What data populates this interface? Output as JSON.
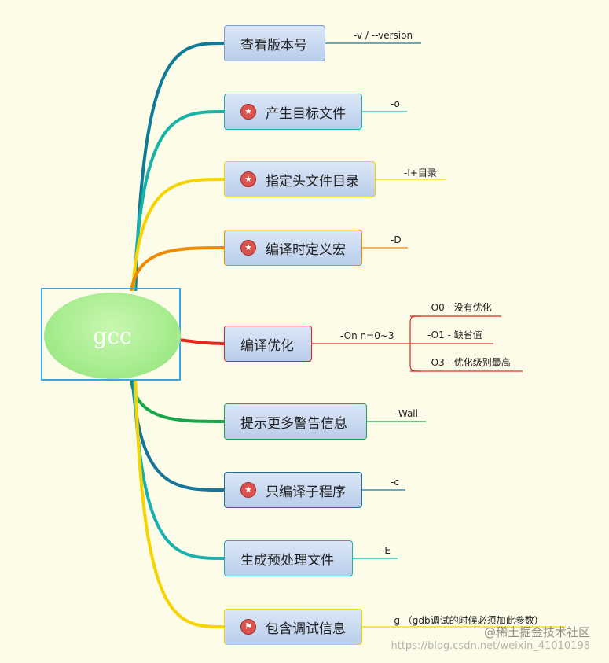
{
  "root": {
    "label": "gcc"
  },
  "branches": [
    {
      "label": "查看版本号",
      "icon": null,
      "option": "-v / --version",
      "color": "#0f7a96"
    },
    {
      "label": "产生目标文件",
      "icon": "star-icon",
      "option": "-o",
      "color": "#16b3a6"
    },
    {
      "label": "指定头文件目录",
      "icon": "star-icon",
      "option": "-I+目录",
      "color": "#f5d400"
    },
    {
      "label": "编译时定义宏",
      "icon": "star-icon",
      "option": "-D",
      "color": "#f08a00"
    },
    {
      "label": "编译优化",
      "icon": null,
      "option": "-On n=0~3",
      "color": "#e0281c",
      "sub_options": [
        "-O0 - 没有优化",
        "-O1 - 缺省值",
        "-O3 - 优化级别最高"
      ]
    },
    {
      "label": "提示更多警告信息",
      "icon": null,
      "option": "-Wall",
      "color": "#15a84a"
    },
    {
      "label": "只编译子程序",
      "icon": "star-icon",
      "option": "-c",
      "color": "#16769a"
    },
    {
      "label": "生成预处理文件",
      "icon": null,
      "option": "-E",
      "color": "#1ab0b0"
    },
    {
      "label": "包含调试信息",
      "icon": "flag-icon",
      "option": "-g （gdb调试的时候必须加此参数）",
      "color": "#f5d400"
    }
  ],
  "watermark": {
    "brand": "@稀土掘金技术社区",
    "url": "https://blog.csdn.net/weixin_41010198"
  }
}
